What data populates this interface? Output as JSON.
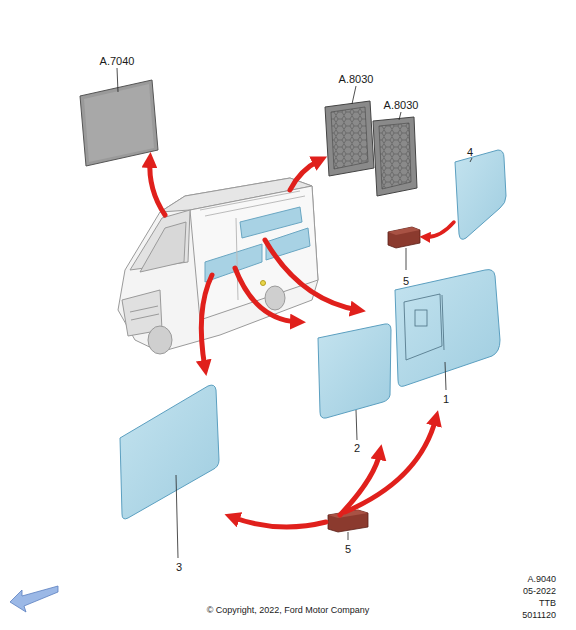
{
  "diagram": {
    "labels": [
      "A.7040",
      "A.8030",
      "A.8030",
      "4",
      "5",
      "1",
      "2",
      "3",
      "5",
      "A.9040",
      "05-2022",
      "TTB",
      "5011120",
      "© Copyright, 2022, Ford Motor Company"
    ]
  }
}
